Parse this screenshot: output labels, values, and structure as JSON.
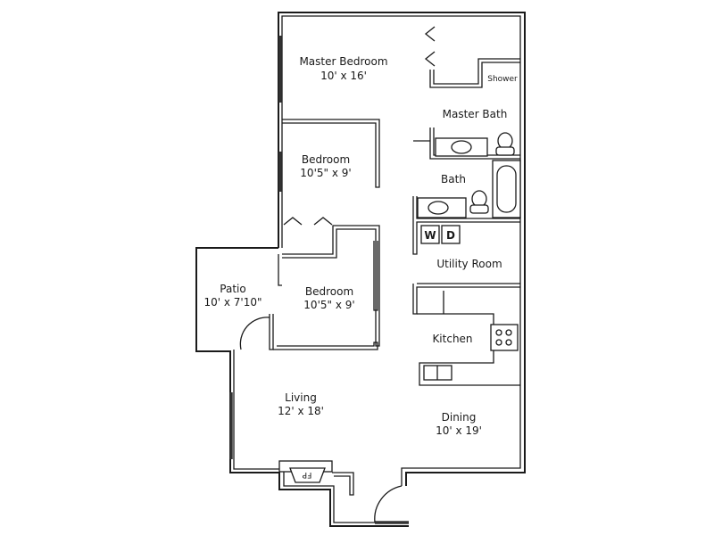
{
  "title": "Two Bedroom Floor Plan",
  "rooms": [
    {
      "name": "Master Bedroom",
      "size": "10' x 16'"
    },
    {
      "name": "Bedroom",
      "size": "10'5\" x 9'"
    },
    {
      "name": "Bedroom",
      "size": "10'5\" x 9'"
    },
    {
      "name": "Patio",
      "size": "10' x 7'10\""
    },
    {
      "name": "Living",
      "size": "12' x 18'"
    },
    {
      "name": "Dining",
      "size": "10' x 19'"
    },
    {
      "name": "Master Bath",
      "size": ""
    },
    {
      "name": "Bath",
      "size": ""
    },
    {
      "name": "Utility Room",
      "size": ""
    },
    {
      "name": "Kitchen",
      "size": ""
    }
  ],
  "fixtures": {
    "shower": "Shower",
    "washer": "W",
    "dryer": "D",
    "fireplace": "FP"
  },
  "colors": {
    "line": "#1a1a1a",
    "background": "#ffffff"
  }
}
